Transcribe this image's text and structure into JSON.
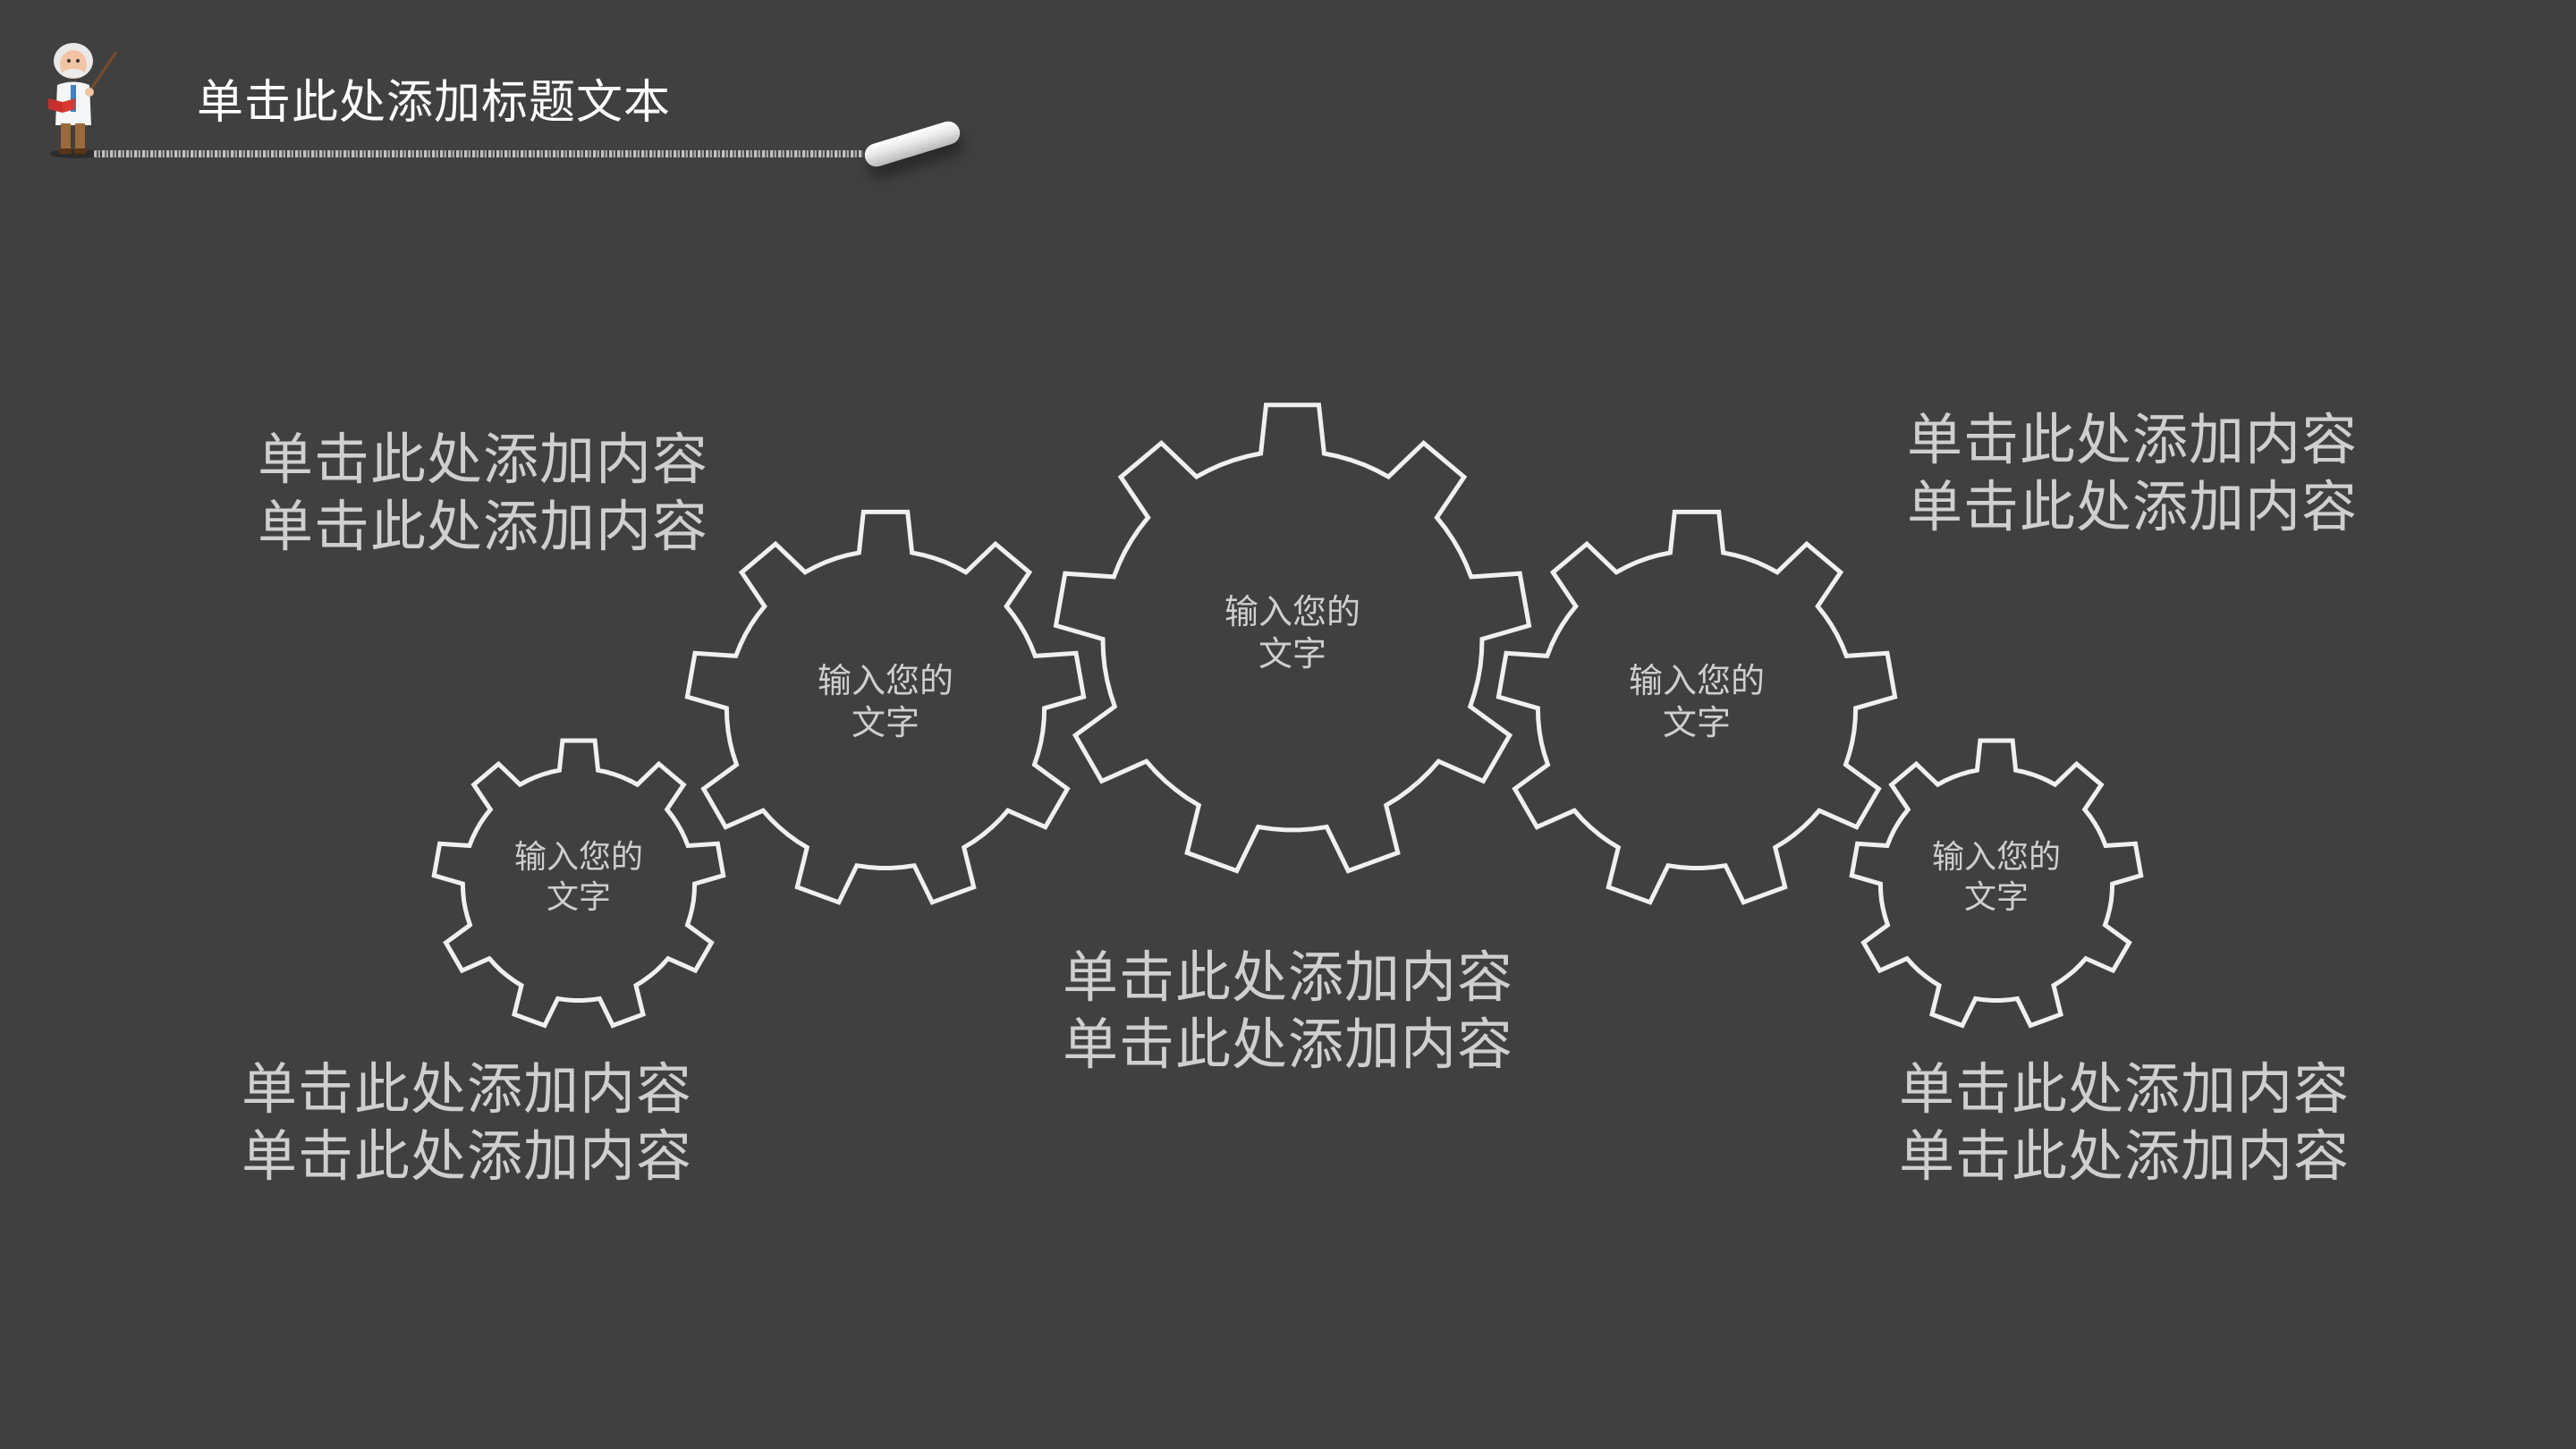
{
  "slide": {
    "title": "单击此处添加标题文本",
    "background_color": "#404040",
    "accent_color": "#ffffff",
    "text_color": "#cfcfcf"
  },
  "decor": {
    "mascot": "scientist-mascot-icon",
    "chalk": "chalk-icon"
  },
  "gears": [
    {
      "label_line1": "输入您的",
      "label_line2": "文字"
    },
    {
      "label_line1": "输入您的",
      "label_line2": "文字"
    },
    {
      "label_line1": "输入您的",
      "label_line2": "文字"
    },
    {
      "label_line1": "输入您的",
      "label_line2": "文字"
    },
    {
      "label_line1": "输入您的",
      "label_line2": "文字"
    }
  ],
  "text_blocks": {
    "top_left": {
      "line1": "单击此处添加内容",
      "line2": "单击此处添加内容"
    },
    "top_right": {
      "line1": "单击此处添加内容",
      "line2": "单击此处添加内容"
    },
    "center": {
      "line1": "单击此处添加内容",
      "line2": "单击此处添加内容"
    },
    "bottom_left": {
      "line1": "单击此处添加内容",
      "line2": "单击此处添加内容"
    },
    "bottom_right": {
      "line1": "单击此处添加内容",
      "line2": "单击此处添加内容"
    }
  }
}
